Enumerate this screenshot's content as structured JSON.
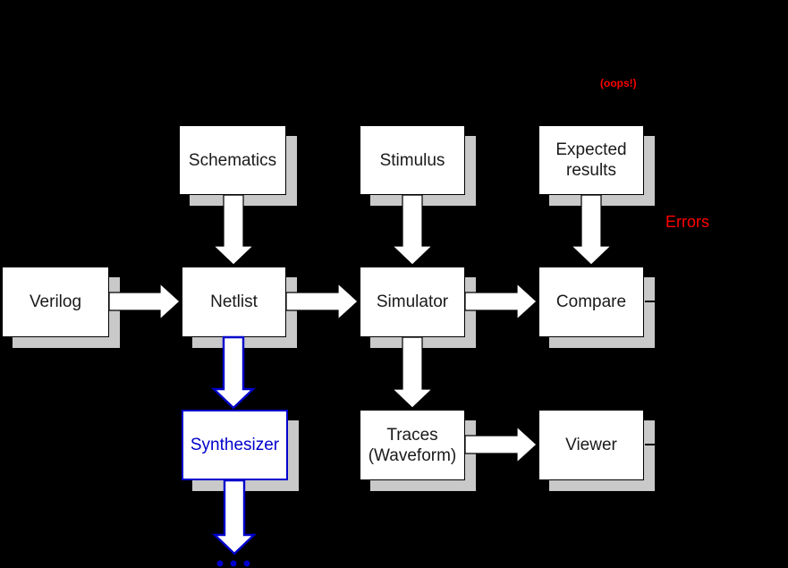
{
  "diagram": {
    "type": "flowchart",
    "background": "#000000"
  },
  "colors": {
    "box_fill": "#ffffff",
    "box_border": "#000000",
    "box_shadow": "#c9c9c9",
    "arrow_fill": "#ffffff",
    "arrow_outline": "#000000",
    "accent_blue": "#0000cc",
    "error_red": "#ff0000",
    "label_text": "#1a1a1a"
  },
  "nodes": [
    {
      "id": "schematics",
      "label": "Schematics"
    },
    {
      "id": "stimulus",
      "label": "Stimulus"
    },
    {
      "id": "expected-results",
      "label": "Expected\nresults"
    },
    {
      "id": "verilog",
      "label": "Verilog"
    },
    {
      "id": "netlist",
      "label": "Netlist"
    },
    {
      "id": "simulator",
      "label": "Simulator"
    },
    {
      "id": "compare",
      "label": "Compare"
    },
    {
      "id": "synthesizer",
      "label": "Synthesizer",
      "accent": true
    },
    {
      "id": "traces",
      "label": "Traces\n(Waveform)"
    },
    {
      "id": "viewer",
      "label": "Viewer"
    }
  ],
  "edges": [
    {
      "from": "schematics",
      "to": "netlist",
      "style": "white-block-arrow"
    },
    {
      "from": "stimulus",
      "to": "simulator",
      "style": "white-block-arrow"
    },
    {
      "from": "expected-results",
      "to": "compare",
      "style": "white-block-arrow"
    },
    {
      "from": "verilog",
      "to": "netlist",
      "style": "white-block-arrow"
    },
    {
      "from": "netlist",
      "to": "simulator",
      "style": "white-block-arrow"
    },
    {
      "from": "simulator",
      "to": "compare",
      "style": "white-block-arrow"
    },
    {
      "from": "simulator",
      "to": "traces",
      "style": "white-block-arrow"
    },
    {
      "from": "traces",
      "to": "viewer",
      "style": "white-block-arrow"
    },
    {
      "from": "netlist",
      "to": "synthesizer",
      "style": "blue-block-arrow"
    },
    {
      "from": "synthesizer",
      "to": "continuation-ellipsis",
      "style": "blue-block-arrow"
    }
  ],
  "annotations": {
    "oops": "(oops!)",
    "errors": "Errors",
    "ellipsis_dot_count": 3
  }
}
